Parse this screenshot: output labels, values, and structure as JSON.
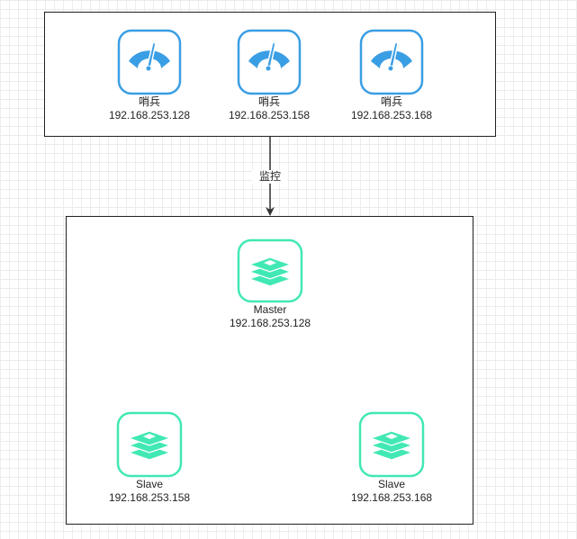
{
  "sentinels": [
    {
      "label": "哨兵",
      "ip": "192.168.253.128",
      "icon": "sentinel-gauge-icon"
    },
    {
      "label": "哨兵",
      "ip": "192.168.253.158",
      "icon": "sentinel-gauge-icon"
    },
    {
      "label": "哨兵",
      "ip": "192.168.253.168",
      "icon": "sentinel-gauge-icon"
    }
  ],
  "monitor_label": "监控",
  "master": {
    "label": "Master",
    "ip": "192.168.253.128",
    "icon": "redis-icon"
  },
  "slaves": [
    {
      "label": "Slave",
      "ip": "192.168.253.158",
      "icon": "redis-icon"
    },
    {
      "label": "Slave",
      "ip": "192.168.253.168",
      "icon": "redis-icon"
    }
  ],
  "colors": {
    "sentinel_icon": "#3a9ee4",
    "redis_icon": "#41e8b4",
    "line": "#333333"
  }
}
